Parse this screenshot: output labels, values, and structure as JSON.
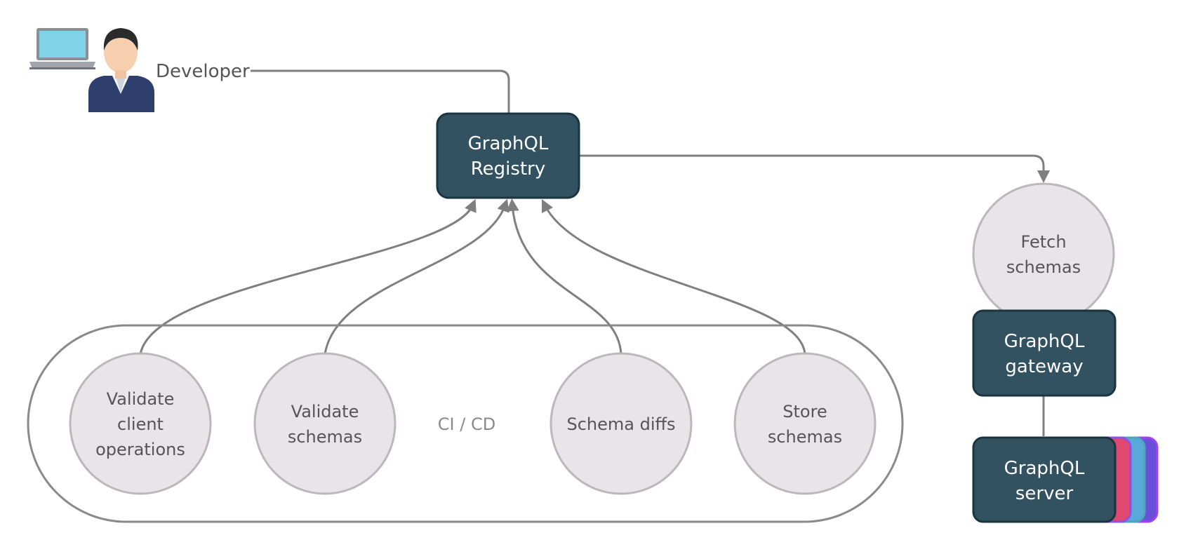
{
  "colors": {
    "dark_box_fill": "#325262",
    "dark_box_stroke": "#1a3442",
    "circle_fill": "#e8e4e8",
    "circle_stroke": "#bcb7bc",
    "edge": "#7f7f7f",
    "light_text": "#555555",
    "white_text": "#ffffff"
  },
  "actor": {
    "label": "Developer",
    "icons": [
      "laptop-icon",
      "person-icon"
    ]
  },
  "registry": {
    "lines": [
      "GraphQL",
      "Registry"
    ]
  },
  "cicd": {
    "label": "CI / CD",
    "steps": [
      {
        "id": "validate-client-operations",
        "lines": [
          "Validate",
          "client",
          "operations"
        ]
      },
      {
        "id": "validate-schemas",
        "lines": [
          "Validate",
          "schemas"
        ]
      },
      {
        "id": "schema-diffs",
        "lines": [
          "Schema diffs"
        ]
      },
      {
        "id": "store-schemas",
        "lines": [
          "Store",
          "schemas"
        ]
      }
    ]
  },
  "fetch": {
    "lines": [
      "Fetch",
      "schemas"
    ]
  },
  "gateway": {
    "lines": [
      "GraphQL",
      "gateway"
    ]
  },
  "server": {
    "lines": [
      "GraphQL",
      "server"
    ],
    "stack_colors": [
      "#a040ff",
      "#4aa8b8",
      "#e04870",
      "#9050e8"
    ]
  }
}
